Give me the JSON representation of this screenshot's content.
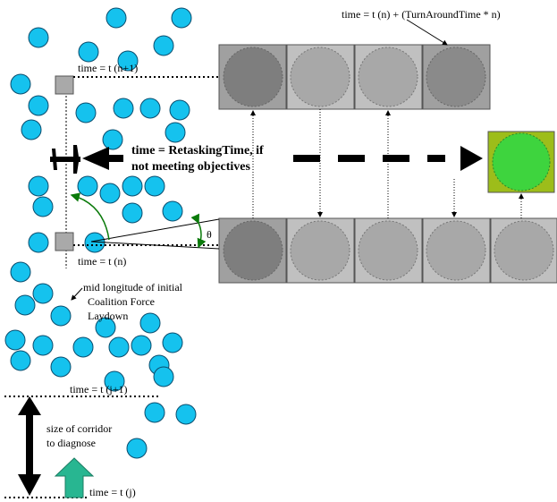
{
  "labels": {
    "top_formula": "time = t (n) + (TurnAroundTime * n)",
    "t_n_plus_1": "time = t (n+1)",
    "retasking_line1": "time = RetaskingTime, if",
    "retasking_line2": "not meeting objectives",
    "theta": "θ",
    "t_n": "time = t (n)",
    "mid_longitude_line1": "mid longitude of initial",
    "mid_longitude_line2": "Coalition Force",
    "mid_longitude_line3": "Laydown",
    "t_j_plus_1": "time = t (j+1)",
    "corridor_line1": "size of corridor",
    "corridor_line2": "to diagnose",
    "t_j": "time = t (j)"
  },
  "colors": {
    "circle": "#15c2ee",
    "cell_grey": "#c0c0c0",
    "cell_dark": "#a0a0a0",
    "ellipse_light": "#a8a8a8",
    "ellipse_dark": "#7e7e7e",
    "target_bg": "#9dbd1a",
    "target_ellipse": "#3ed43e",
    "up_arrow": "#28b691"
  },
  "icons": {
    "aircraft": "aircraft-icon",
    "up_arrow": "up-arrow-icon",
    "double_arrow": "double-headed-arrow-icon"
  }
}
